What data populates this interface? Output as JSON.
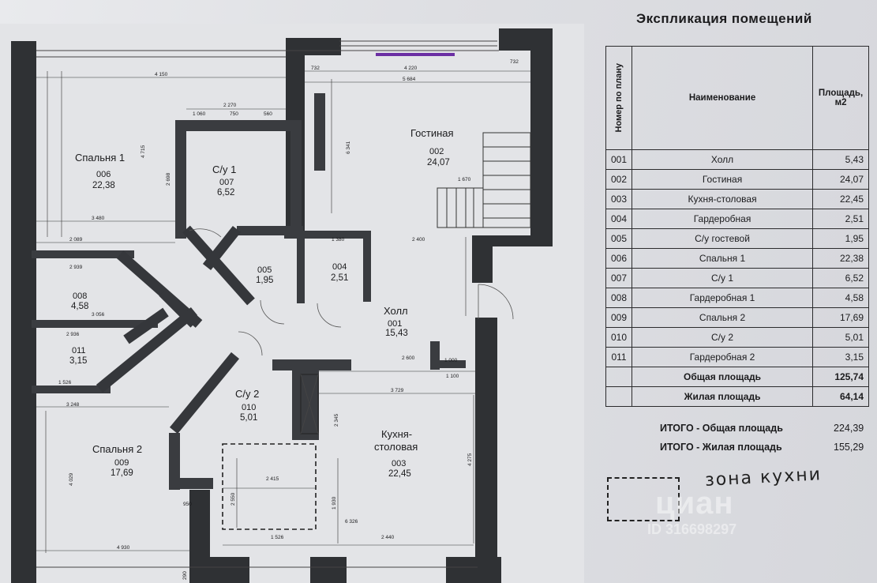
{
  "explication": {
    "title": "Экспликация помещений",
    "headers": {
      "number": "Номер по плану",
      "name": "Наименование",
      "area": "Площадь, м2"
    },
    "rows": [
      {
        "num": "001",
        "name": "Холл",
        "area": "5,43"
      },
      {
        "num": "002",
        "name": "Гостиная",
        "area": "24,07"
      },
      {
        "num": "003",
        "name": "Кухня-столовая",
        "area": "22,45"
      },
      {
        "num": "004",
        "name": "Гардеробная",
        "area": "2,51"
      },
      {
        "num": "005",
        "name": "С/у гостевой",
        "area": "1,95"
      },
      {
        "num": "006",
        "name": "Спальня 1",
        "area": "22,38"
      },
      {
        "num": "007",
        "name": "С/у 1",
        "area": "6,52"
      },
      {
        "num": "008",
        "name": "Гардеробная 1",
        "area": "4,58"
      },
      {
        "num": "009",
        "name": "Спальня 2",
        "area": "17,69"
      },
      {
        "num": "010",
        "name": "С/у 2",
        "area": "5,01"
      },
      {
        "num": "011",
        "name": "Гардеробная 2",
        "area": "3,15"
      }
    ],
    "total_area": {
      "label": "Общая площадь",
      "value": "125,74"
    },
    "living_area": {
      "label": "Жилая площадь",
      "value": "64,14"
    }
  },
  "summary": {
    "total": {
      "label": "ИТОГО - Общая площадь",
      "value": "224,39"
    },
    "living": {
      "label": "ИТОГО - Жилая площадь",
      "value": "155,29"
    }
  },
  "kitchen_zone": {
    "label": "зона кухни"
  },
  "watermark": {
    "brand": "циан",
    "id": "ID 316698297"
  },
  "rooms": {
    "r006": {
      "name": "Спальня 1",
      "num": "006",
      "area": "22,38"
    },
    "r007": {
      "name": "С/у 1",
      "num": "007",
      "area": "6,52"
    },
    "r002": {
      "name": "Гостиная",
      "num": "002",
      "area": "24,07"
    },
    "r005": {
      "num": "005",
      "area": "1,95"
    },
    "r004": {
      "num": "004",
      "area": "2,51"
    },
    "r008": {
      "num": "008",
      "area": "4,58"
    },
    "r001": {
      "name": "Холл",
      "num": "001",
      "area": "15,43"
    },
    "r011": {
      "num": "011",
      "area": "3,15"
    },
    "r010": {
      "name": "С/у 2",
      "num": "010",
      "area": "5,01"
    },
    "r009": {
      "name": "Спальня 2",
      "num": "009",
      "area": "17,69"
    },
    "r003": {
      "name1": "Кухня-",
      "name2": "столовая",
      "num": "003",
      "area": "22,45"
    }
  },
  "dimensions": {
    "d4150": "4 150",
    "d4220": "4 220",
    "d5684": "5 684",
    "d732a": "732",
    "d732b": "732",
    "d2270": "2 270",
    "d1060": "1 060",
    "d750": "750",
    "d560": "560",
    "d3480": "3 480",
    "d2089": "2 089",
    "d2400": "2 400",
    "d1670": "1 670",
    "d2939": "2 939",
    "d3056": "3 056",
    "d2936": "2 936",
    "d1526": "1 526",
    "d2600": "2 600",
    "d3729": "3 729",
    "d1100": "1 100",
    "d1000": "1 000",
    "d3248": "3 248",
    "d2415": "2 415",
    "d6326": "6 326",
    "d1526b": "1 526",
    "d2440": "2 440",
    "d4930": "4 930",
    "d950": "950",
    "d1380": "1 380",
    "d4715": "4 715",
    "d2698": "2 698",
    "d4029": "4 029",
    "d2550": "2 550",
    "d1930": "1 930",
    "d4275": "4 275",
    "d2345": "2 345",
    "d6341": "6 341",
    "d290": "290"
  }
}
